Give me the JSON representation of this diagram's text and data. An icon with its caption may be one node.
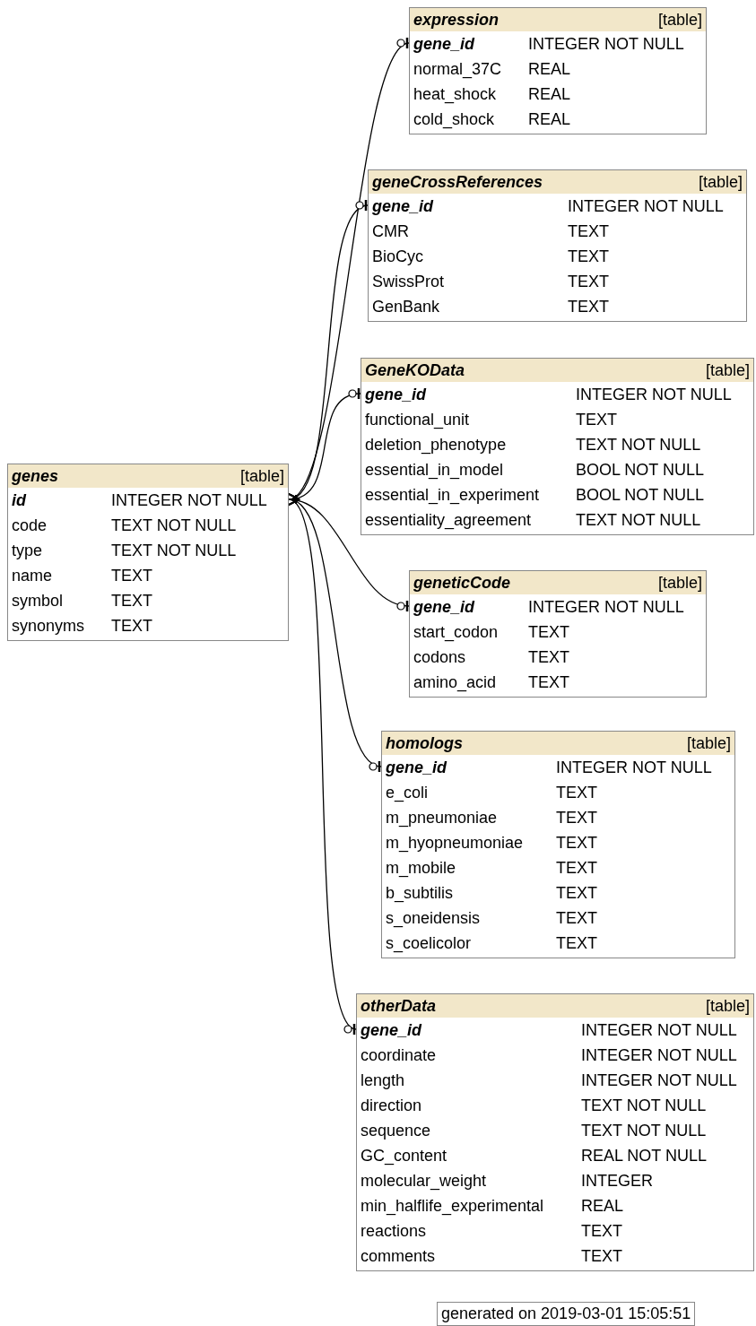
{
  "diagram": {
    "nodes": [
      {
        "text": [
          "expression",
          "[table]",
          "gene_id",
          "INTEGER NOT NULL",
          "normal_37C",
          "REAL",
          "heat_shock",
          "REAL",
          "cold_shock",
          "REAL"
        ]
      },
      {
        "text": [
          "geneCrossReferences",
          "[table]",
          "gene_id",
          "INTEGER NOT NULL",
          "CMR",
          "TEXT",
          "BioCyc",
          "TEXT",
          "SwissProt",
          "TEXT",
          "GenBank",
          "TEXT"
        ]
      },
      {
        "text": [
          "GeneKOData",
          "[table]",
          "gene_id",
          "INTEGER NOT NULL",
          "functional_unit",
          "TEXT",
          "deletion_phenotype",
          "TEXT NOT NULL",
          "essential_in_model",
          "BOOL NOT NULL",
          "essential_in_experiment",
          "BOOL NOT NULL",
          "essentiality_agreement",
          "TEXT NOT NULL"
        ]
      },
      {
        "text": [
          "genes",
          "[table]",
          "id",
          "INTEGER NOT NULL",
          "code",
          "TEXT NOT NULL",
          "type",
          "TEXT NOT NULL",
          "name",
          "TEXT",
          "symbol",
          "TEXT",
          "synonyms",
          "TEXT"
        ]
      },
      {
        "text": [
          "geneticCode",
          "[table]",
          "gene_id",
          "INTEGER NOT NULL",
          "start_codon",
          "TEXT",
          "codons",
          "TEXT",
          "amino_acid",
          "TEXT"
        ]
      },
      {
        "text": [
          "homologs",
          "[table]",
          "gene_id",
          "INTEGER NOT NULL",
          "e_coli",
          "TEXT",
          "m_pneumoniae",
          "TEXT",
          "m_hyopneumoniae",
          "TEXT",
          "m_mobile",
          "TEXT",
          "b_subtilis",
          "TEXT",
          "s_oneidensis",
          "TEXT",
          "s_coelicolor",
          "TEXT"
        ]
      },
      {
        "text": [
          "otherData",
          "[table]",
          "gene_id",
          "INTEGER NOT NULL",
          "coordinate",
          "INTEGER NOT NULL",
          "length",
          "INTEGER NOT NULL",
          "direction",
          "TEXT NOT NULL",
          "sequence",
          "TEXT NOT NULL",
          "GC_content",
          "REAL NOT NULL",
          "molecular_weight",
          "INTEGER",
          "min_halflife_experimental",
          "REAL",
          "reactions",
          "TEXT",
          "comments",
          "TEXT"
        ]
      },
      {
        "text": [
          "generated on 2019-03-01 15:05:51"
        ]
      }
    ],
    "edges": [
      {
        "from": 0,
        "to": 3,
        "arrow": "other"
      },
      {
        "from": 1,
        "to": 3,
        "arrow": "other"
      },
      {
        "from": 2,
        "to": 3,
        "arrow": "other"
      },
      {
        "from": 4,
        "to": 3,
        "arrow": "other"
      },
      {
        "from": 5,
        "to": 3,
        "arrow": "other"
      },
      {
        "from": 6,
        "to": 3,
        "arrow": "other"
      }
    ]
  }
}
